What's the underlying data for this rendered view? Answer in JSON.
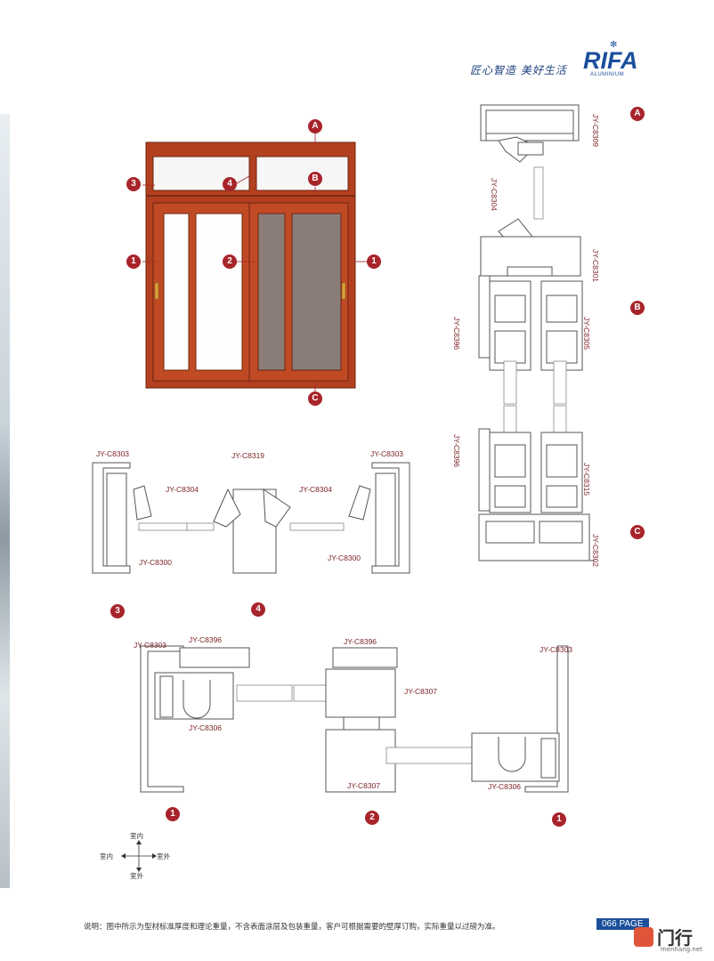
{
  "header": {
    "slogan": "匠心智造 美好生活",
    "brand": "RIFA",
    "brand_sub": "ALUMINIUM",
    "brand_color": "#1b4f9c"
  },
  "diagram_markers": {
    "A": "A",
    "B": "B",
    "C": "C",
    "one": "1",
    "two": "2",
    "three": "3",
    "four": "4"
  },
  "right_section": {
    "codes": [
      "JY-C8309",
      "JY-C8304",
      "JY-C8301",
      "JY-C8396",
      "JY-C8305",
      "JY-C8396",
      "JY-C8315",
      "JY-C8302"
    ],
    "markers": [
      "A",
      "B",
      "C"
    ]
  },
  "section_34": {
    "left_top": "JY-C8303",
    "left_mid": "JY-C8304",
    "left_bottom": "JY-C8300",
    "mid_top": "JY-C8319",
    "mid_right": "JY-C8304",
    "right_top": "JY-C8303",
    "right_bottom": "JY-C8300",
    "marker_left": "3",
    "marker_right": "4"
  },
  "section_12": {
    "codes": [
      "JY-C8303",
      "JY-C8396",
      "JY-C8306",
      "JY-C8396",
      "JY-C8307",
      "JY-C8307",
      "JY-C8303",
      "JY-C8306"
    ],
    "markers": [
      "1",
      "2",
      "1"
    ]
  },
  "orientation": {
    "top": "室内",
    "left": "室内",
    "right": "室外",
    "bottom": "室外"
  },
  "footer": {
    "note": "说明：图中所示为型材标准厚度和理论重量，不含表面涂层及包装重量，客户可根据需要的壁厚订购，实际重量以过磅为准。",
    "page": "066 PAGE",
    "watermark": "门行",
    "watermark_url": "menhang.net"
  },
  "colors": {
    "accent": "#a8242b",
    "frame_wood": "#b2401f",
    "page_badge": "#1b4f9c"
  }
}
